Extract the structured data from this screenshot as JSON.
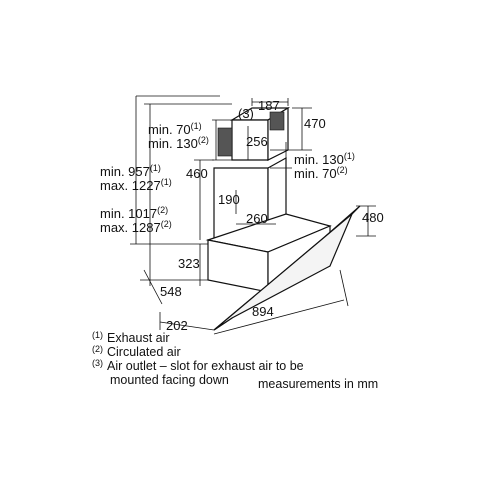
{
  "dimensions": {
    "d187": "187",
    "d470": "470",
    "d256": "256",
    "d460": "460",
    "d190": "190",
    "d260": "260",
    "d480": "480",
    "d323": "323",
    "d548": "548",
    "d894": "894",
    "d202": "202"
  },
  "labels": {
    "callout3": "(3)",
    "min70_a": "min. 70",
    "min70_a_sup": "(1)",
    "min130_a": "min. 130",
    "min130_a_sup": "(2)",
    "min130_b": "min. 130",
    "min130_b_sup": "(1)",
    "min70_b": "min. 70",
    "min70_b_sup": "(2)",
    "min957": "min. 957",
    "min957_sup": "(1)",
    "max1227": "max. 1227",
    "max1227_sup": "(1)",
    "min1017": "min. 1017",
    "min1017_sup": "(2)",
    "max1287": "max. 1287",
    "max1287_sup": "(2)"
  },
  "legend": [
    {
      "marker": "(1)",
      "text": "Exhaust air"
    },
    {
      "marker": "(2)",
      "text": "Circulated air"
    },
    {
      "marker": "(3)",
      "text": "Air outlet – slot for exhaust air to be"
    },
    {
      "marker": "",
      "text": "mounted facing down"
    }
  ],
  "units_note": "measurements in mm"
}
